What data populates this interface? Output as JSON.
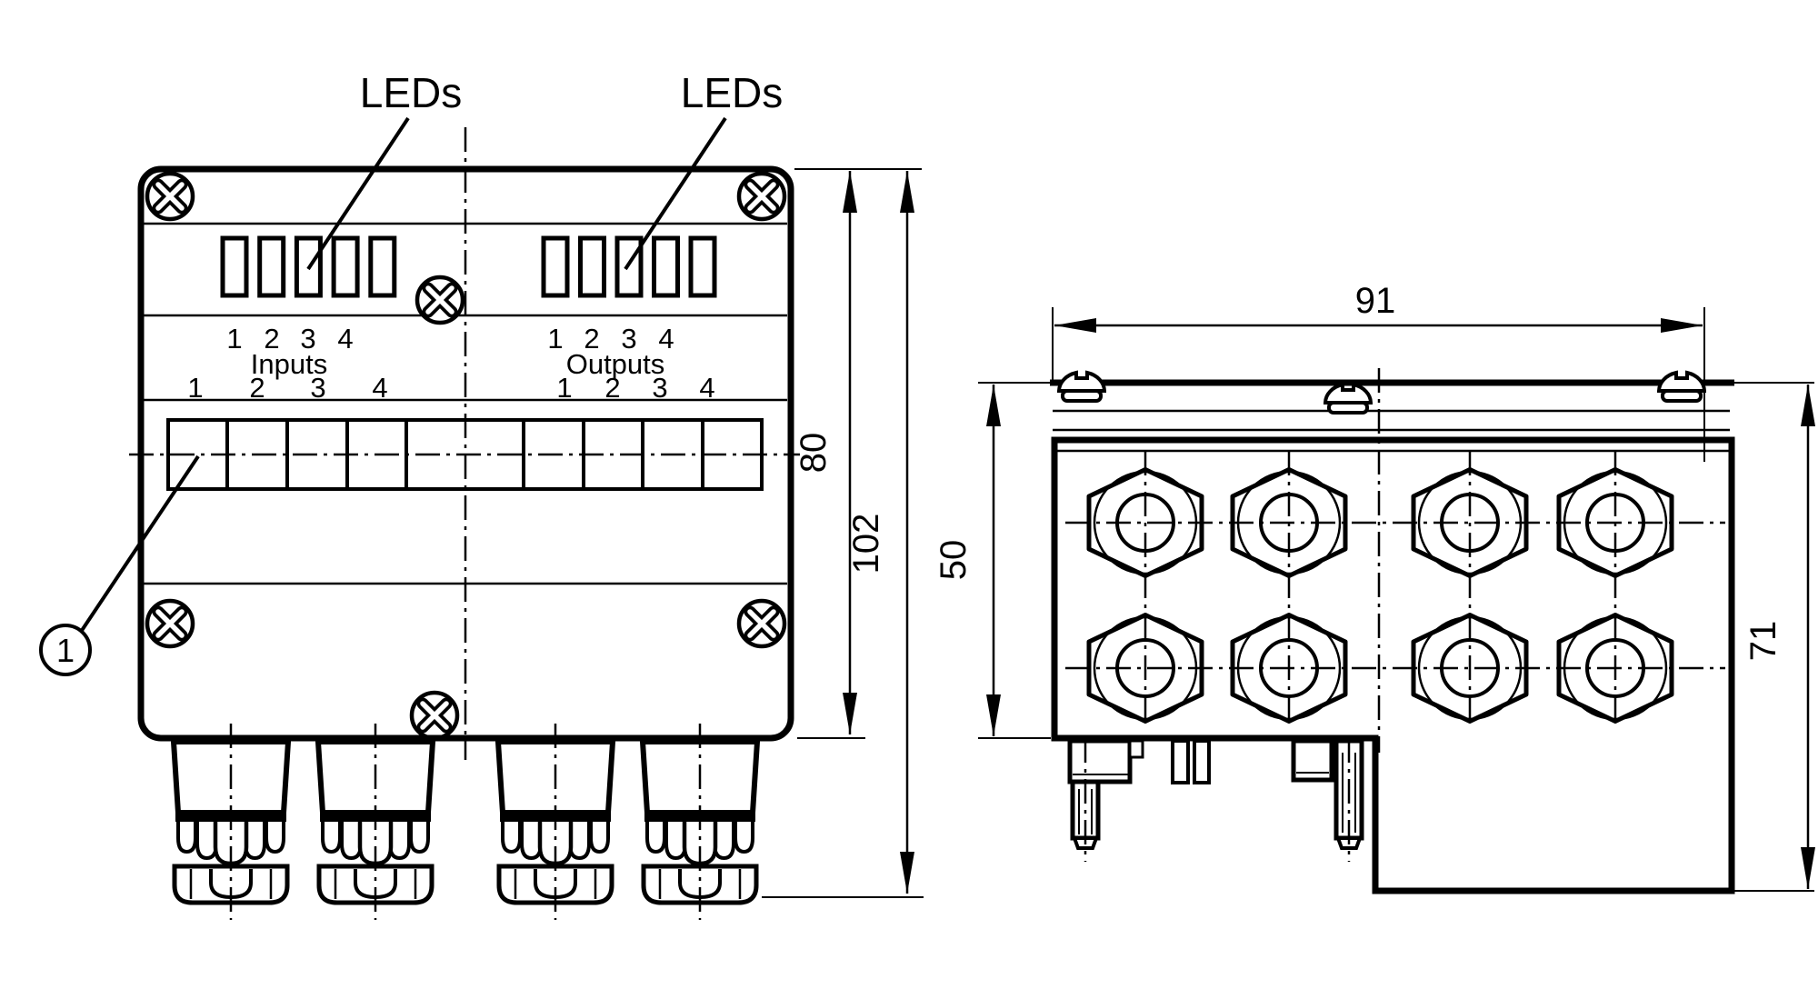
{
  "front_view": {
    "led_label_left": "LEDs",
    "led_label_right": "LEDs",
    "inputs": {
      "label": "Inputs",
      "led_numbers": [
        "1",
        "2",
        "3",
        "4"
      ],
      "terminal_numbers": [
        "1",
        "2",
        "3",
        "4"
      ]
    },
    "outputs": {
      "label": "Outputs",
      "led_numbers": [
        "1",
        "2",
        "3",
        "4"
      ],
      "terminal_numbers": [
        "1",
        "2",
        "3",
        "4"
      ]
    },
    "callout_number": "1",
    "dim_height_body": "80",
    "dim_height_total": "102"
  },
  "side_view": {
    "dim_width": "91",
    "dim_height_upper": "50",
    "dim_height_total": "71"
  },
  "colors": {
    "ink": "#000000",
    "paper": "#ffffff"
  }
}
